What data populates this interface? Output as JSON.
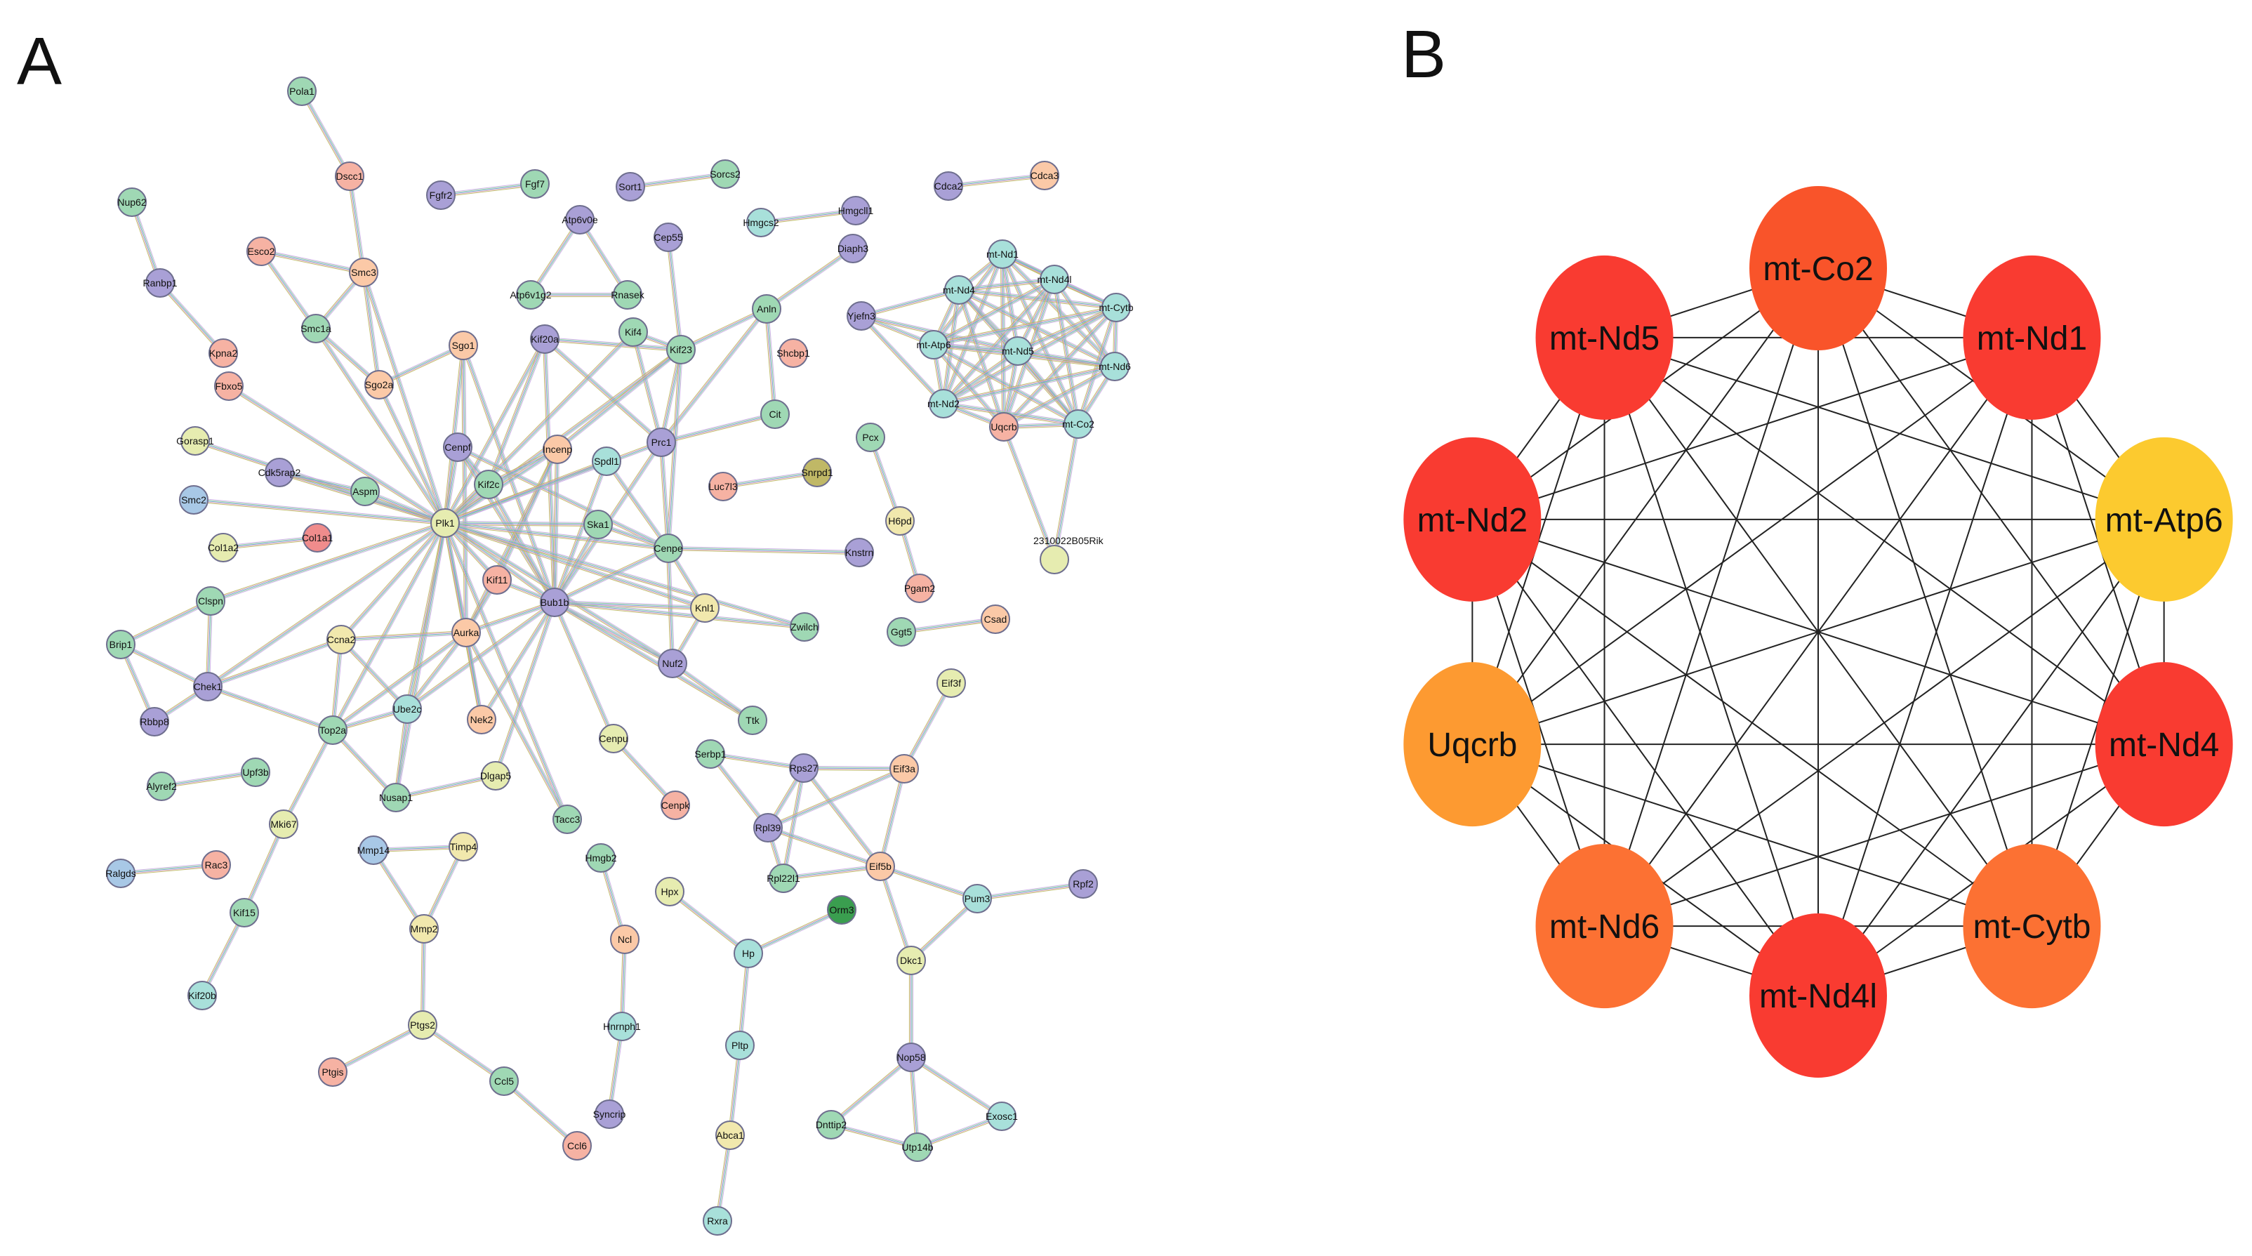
{
  "panels": {
    "a_label": "A",
    "b_label": "B"
  },
  "palette": {
    "green": "#9fd8b4",
    "purple": "#a9a0d6",
    "salmon": "#f6b2a3",
    "peach": "#fbc9a7",
    "yellow": "#e6ecb0",
    "cream": "#f1e8ad",
    "teal": "#a8e0da",
    "blue": "#a8c8e6",
    "red": "#f08c8c",
    "olive": "#c0b866",
    "darkgreen": "#3a9e4f",
    "edge_colors": [
      "#c9a6e8",
      "#8fd19a",
      "#6aa0d8",
      "#e0a0b8",
      "#b8b85a"
    ]
  },
  "network_a": {
    "nodes": [
      {
        "id": "Pola1",
        "color": "green"
      },
      {
        "id": "Dscc1",
        "color": "salmon"
      },
      {
        "id": "Nup62",
        "color": "green"
      },
      {
        "id": "Esco2",
        "color": "salmon"
      },
      {
        "id": "Smc3",
        "color": "peach"
      },
      {
        "id": "Ranbp1",
        "color": "purple"
      },
      {
        "id": "Smc1a",
        "color": "green"
      },
      {
        "id": "Kpna2",
        "color": "salmon"
      },
      {
        "id": "Fbxo5",
        "color": "salmon"
      },
      {
        "id": "Sgo2a",
        "color": "peach"
      },
      {
        "id": "Sgo1",
        "color": "peach"
      },
      {
        "id": "Fgfr2",
        "color": "purple"
      },
      {
        "id": "Fgf7",
        "color": "green"
      },
      {
        "id": "Atp6v0e",
        "color": "purple"
      },
      {
        "id": "Atp6v1g2",
        "color": "green"
      },
      {
        "id": "Rnasek",
        "color": "green"
      },
      {
        "id": "Sort1",
        "color": "purple"
      },
      {
        "id": "Sorcs2",
        "color": "green"
      },
      {
        "id": "Cep55",
        "color": "purple"
      },
      {
        "id": "Hmgcs2",
        "color": "teal"
      },
      {
        "id": "Hmgcll1",
        "color": "purple"
      },
      {
        "id": "Cdca2",
        "color": "purple"
      },
      {
        "id": "Cdca3",
        "color": "peach"
      },
      {
        "id": "Diaph3",
        "color": "purple"
      },
      {
        "id": "Anln",
        "color": "green"
      },
      {
        "id": "Shcbp1",
        "color": "salmon"
      },
      {
        "id": "Kif20a",
        "color": "purple"
      },
      {
        "id": "Kif4",
        "color": "green"
      },
      {
        "id": "Kif23",
        "color": "green"
      },
      {
        "id": "Cit",
        "color": "green"
      },
      {
        "id": "Prc1",
        "color": "purple"
      },
      {
        "id": "Gorasp1",
        "color": "yellow"
      },
      {
        "id": "Cdk5rap2",
        "color": "purple"
      },
      {
        "id": "Aspm",
        "color": "green"
      },
      {
        "id": "Cenpf",
        "color": "purple"
      },
      {
        "id": "Incenp",
        "color": "peach"
      },
      {
        "id": "Spdl1",
        "color": "teal"
      },
      {
        "id": "Kif2c",
        "color": "green"
      },
      {
        "id": "Smc2",
        "color": "blue"
      },
      {
        "id": "Plk1",
        "color": "yellow"
      },
      {
        "id": "Ska1",
        "color": "green"
      },
      {
        "id": "Col1a2",
        "color": "yellow"
      },
      {
        "id": "Col1a1",
        "color": "red"
      },
      {
        "id": "Kif11",
        "color": "salmon"
      },
      {
        "id": "Cenpe",
        "color": "green"
      },
      {
        "id": "Clspn",
        "color": "green"
      },
      {
        "id": "Bub1b",
        "color": "purple"
      },
      {
        "id": "Aurka",
        "color": "peach"
      },
      {
        "id": "Ccna2",
        "color": "cream"
      },
      {
        "id": "Knl1",
        "color": "cream"
      },
      {
        "id": "Zwilch",
        "color": "green"
      },
      {
        "id": "Brip1",
        "color": "green"
      },
      {
        "id": "Chek1",
        "color": "purple"
      },
      {
        "id": "Nuf2",
        "color": "purple"
      },
      {
        "id": "Rbbp8",
        "color": "purple"
      },
      {
        "id": "Ube2c",
        "color": "teal"
      },
      {
        "id": "Nek2",
        "color": "peach"
      },
      {
        "id": "Top2a",
        "color": "green"
      },
      {
        "id": "Ttk",
        "color": "green"
      },
      {
        "id": "Cenpu",
        "color": "yellow"
      },
      {
        "id": "Dlgap5",
        "color": "yellow"
      },
      {
        "id": "Nusap1",
        "color": "green"
      },
      {
        "id": "Cenpk",
        "color": "salmon"
      },
      {
        "id": "Tacc3",
        "color": "green"
      },
      {
        "id": "Alyref2",
        "color": "green"
      },
      {
        "id": "Upf3b",
        "color": "green"
      },
      {
        "id": "Mki67",
        "color": "yellow"
      },
      {
        "id": "Ralgds",
        "color": "blue"
      },
      {
        "id": "Rac3",
        "color": "salmon"
      },
      {
        "id": "Kif15",
        "color": "green"
      },
      {
        "id": "Kif20b",
        "color": "teal"
      },
      {
        "id": "Mmp14",
        "color": "blue"
      },
      {
        "id": "Timp4",
        "color": "cream"
      },
      {
        "id": "Mmp2",
        "color": "cream"
      },
      {
        "id": "Ptgs2",
        "color": "yellow"
      },
      {
        "id": "Ptgis",
        "color": "salmon"
      },
      {
        "id": "Ccl5",
        "color": "green"
      },
      {
        "id": "Ccl6",
        "color": "salmon"
      },
      {
        "id": "Hmgb2",
        "color": "green"
      },
      {
        "id": "Ncl",
        "color": "peach"
      },
      {
        "id": "Hnrnph1",
        "color": "teal"
      },
      {
        "id": "Syncrip",
        "color": "purple"
      },
      {
        "id": "Pcx",
        "color": "green"
      },
      {
        "id": "H6pd",
        "color": "cream"
      },
      {
        "id": "Luc7l3",
        "color": "salmon"
      },
      {
        "id": "Snrpd1",
        "color": "olive"
      },
      {
        "id": "Knstrn",
        "color": "purple"
      },
      {
        "id": "2310022B05Rik",
        "color": "yellow"
      },
      {
        "id": "Pgam2",
        "color": "salmon"
      },
      {
        "id": "Ggt5",
        "color": "green"
      },
      {
        "id": "Csad",
        "color": "peach"
      },
      {
        "id": "Eif3f",
        "color": "yellow"
      },
      {
        "id": "Serbp1",
        "color": "green"
      },
      {
        "id": "Rps27",
        "color": "purple"
      },
      {
        "id": "Eif3a",
        "color": "peach"
      },
      {
        "id": "Rpl39",
        "color": "purple"
      },
      {
        "id": "Rpl22l1",
        "color": "green"
      },
      {
        "id": "Eif5b",
        "color": "peach"
      },
      {
        "id": "Hpx",
        "color": "yellow"
      },
      {
        "id": "Orm3",
        "color": "darkgreen"
      },
      {
        "id": "Hp",
        "color": "teal"
      },
      {
        "id": "Pum3",
        "color": "teal"
      },
      {
        "id": "Rpf2",
        "color": "purple"
      },
      {
        "id": "Dkc1",
        "color": "yellow"
      },
      {
        "id": "Pltp",
        "color": "teal"
      },
      {
        "id": "Nop58",
        "color": "purple"
      },
      {
        "id": "Abca1",
        "color": "cream"
      },
      {
        "id": "Exosc1",
        "color": "teal"
      },
      {
        "id": "Dnttip2",
        "color": "green"
      },
      {
        "id": "Utp14b",
        "color": "green"
      },
      {
        "id": "Rxra",
        "color": "teal"
      },
      {
        "id": "Yjefn3",
        "color": "purple"
      },
      {
        "id": "mt-Nd1",
        "color": "teal"
      },
      {
        "id": "mt-Nd4",
        "color": "teal"
      },
      {
        "id": "mt-Nd4l",
        "color": "teal"
      },
      {
        "id": "mt-Cytb",
        "color": "teal"
      },
      {
        "id": "mt-Atp6",
        "color": "teal"
      },
      {
        "id": "mt-Nd5",
        "color": "teal"
      },
      {
        "id": "mt-Nd6",
        "color": "teal"
      },
      {
        "id": "mt-Nd2",
        "color": "teal"
      },
      {
        "id": "Uqcrb",
        "color": "salmon"
      },
      {
        "id": "mt-Co2",
        "color": "teal"
      }
    ],
    "edges": [
      [
        "Pola1",
        "Dscc1"
      ],
      [
        "Dscc1",
        "Smc3"
      ],
      [
        "Esco2",
        "Smc3"
      ],
      [
        "Esco2",
        "Smc1a"
      ],
      [
        "Smc3",
        "Smc1a"
      ],
      [
        "Smc3",
        "Sgo2a"
      ],
      [
        "Smc3",
        "Plk1"
      ],
      [
        "Smc1a",
        "Plk1"
      ],
      [
        "Smc1a",
        "Sgo2a"
      ],
      [
        "Nup62",
        "Ranbp1"
      ],
      [
        "Ranbp1",
        "Kpna2"
      ],
      [
        "Fbxo5",
        "Plk1"
      ],
      [
        "Sgo2a",
        "Plk1"
      ],
      [
        "Sgo2a",
        "Sgo1"
      ],
      [
        "Sgo1",
        "Plk1"
      ],
      [
        "Sgo1",
        "Bub1b"
      ],
      [
        "Sgo1",
        "Aurka"
      ],
      [
        "Fgfr2",
        "Fgf7"
      ],
      [
        "Atp6v0e",
        "Atp6v1g2"
      ],
      [
        "Atp6v0e",
        "Rnasek"
      ],
      [
        "Atp6v1g2",
        "Rnasek"
      ],
      [
        "Sort1",
        "Sorcs2"
      ],
      [
        "Hmgcs2",
        "Hmgcll1"
      ],
      [
        "Cdca2",
        "Cdca3"
      ],
      [
        "Cep55",
        "Kif23"
      ],
      [
        "Diaph3",
        "Anln"
      ],
      [
        "Anln",
        "Kif23"
      ],
      [
        "Anln",
        "Cit"
      ],
      [
        "Anln",
        "Prc1"
      ],
      [
        "Kif20a",
        "Kif23"
      ],
      [
        "Kif20a",
        "Plk1"
      ],
      [
        "Kif20a",
        "Prc1"
      ],
      [
        "Kif20a",
        "Kif2c"
      ],
      [
        "Kif20a",
        "Bub1b"
      ],
      [
        "Kif4",
        "Kif23"
      ],
      [
        "Kif4",
        "Plk1"
      ],
      [
        "Kif4",
        "Prc1"
      ],
      [
        "Kif23",
        "Prc1"
      ],
      [
        "Kif23",
        "Plk1"
      ],
      [
        "Kif23",
        "Cenpe"
      ],
      [
        "Kif23",
        "Incenp"
      ],
      [
        "Prc1",
        "Plk1"
      ],
      [
        "Prc1",
        "Cit"
      ],
      [
        "Prc1",
        "Cenpe"
      ],
      [
        "Prc1",
        "Bub1b"
      ],
      [
        "Gorasp1",
        "Plk1"
      ],
      [
        "Cdk5rap2",
        "Plk1"
      ],
      [
        "Cdk5rap2",
        "Aspm"
      ],
      [
        "Aspm",
        "Plk1"
      ],
      [
        "Cenpf",
        "Plk1"
      ],
      [
        "Cenpf",
        "Kif2c"
      ],
      [
        "Cenpf",
        "Bub1b"
      ],
      [
        "Cenpf",
        "Cenpe"
      ],
      [
        "Incenp",
        "Plk1"
      ],
      [
        "Incenp",
        "Bub1b"
      ],
      [
        "Incenp",
        "Kif2c"
      ],
      [
        "Incenp",
        "Aurka"
      ],
      [
        "Incenp",
        "Kif11"
      ],
      [
        "Spdl1",
        "Plk1"
      ],
      [
        "Spdl1",
        "Cenpe"
      ],
      [
        "Spdl1",
        "Bub1b"
      ],
      [
        "Kif2c",
        "Plk1"
      ],
      [
        "Kif2c",
        "Bub1b"
      ],
      [
        "Smc2",
        "Plk1"
      ],
      [
        "Plk1",
        "Ska1"
      ],
      [
        "Plk1",
        "Cenpe"
      ],
      [
        "Plk1",
        "Bub1b"
      ],
      [
        "Plk1",
        "Aurka"
      ],
      [
        "Plk1",
        "Kif11"
      ],
      [
        "Plk1",
        "Ccna2"
      ],
      [
        "Plk1",
        "Top2a"
      ],
      [
        "Plk1",
        "Ube2c"
      ],
      [
        "Plk1",
        "Nek2"
      ],
      [
        "Plk1",
        "Nusap1"
      ],
      [
        "Plk1",
        "Chek1"
      ],
      [
        "Plk1",
        "Clspn"
      ],
      [
        "Plk1",
        "Knl1"
      ],
      [
        "Plk1",
        "Nuf2"
      ],
      [
        "Plk1",
        "Zwilch"
      ],
      [
        "Plk1",
        "Tacc3"
      ],
      [
        "Ska1",
        "Cenpe"
      ],
      [
        "Ska1",
        "Bub1b"
      ],
      [
        "Col1a2",
        "Col1a1"
      ],
      [
        "Kif11",
        "Bub1b"
      ],
      [
        "Kif11",
        "Aurka"
      ],
      [
        "Cenpe",
        "Bub1b"
      ],
      [
        "Cenpe",
        "Knl1"
      ],
      [
        "Cenpe",
        "Nuf2"
      ],
      [
        "Cenpe",
        "Knstrn"
      ],
      [
        "Bub1b",
        "Knl1"
      ],
      [
        "Bub1b",
        "Nuf2"
      ],
      [
        "Bub1b",
        "Zwilch"
      ],
      [
        "Bub1b",
        "Ttk"
      ],
      [
        "Bub1b",
        "Aurka"
      ],
      [
        "Bub1b",
        "Ube2c"
      ],
      [
        "Bub1b",
        "Cenpu"
      ],
      [
        "Bub1b",
        "Nek2"
      ],
      [
        "Bub1b",
        "Dlgap5"
      ],
      [
        "Aurka",
        "Ccna2"
      ],
      [
        "Aurka",
        "Top2a"
      ],
      [
        "Aurka",
        "Ube2c"
      ],
      [
        "Aurka",
        "Nek2"
      ],
      [
        "Aurka",
        "Tacc3"
      ],
      [
        "Ccna2",
        "Chek1"
      ],
      [
        "Ccna2",
        "Top2a"
      ],
      [
        "Ccna2",
        "Ube2c"
      ],
      [
        "Clspn",
        "Chek1"
      ],
      [
        "Clspn",
        "Brip1"
      ],
      [
        "Brip1",
        "Chek1"
      ],
      [
        "Brip1",
        "Rbbp8"
      ],
      [
        "Chek1",
        "Rbbp8"
      ],
      [
        "Chek1",
        "Top2a"
      ],
      [
        "Top2a",
        "Ube2c"
      ],
      [
        "Top2a",
        "Mki67"
      ],
      [
        "Top2a",
        "Nusap1"
      ],
      [
        "Ube2c",
        "Nusap1"
      ],
      [
        "Nusap1",
        "Dlgap5"
      ],
      [
        "Cenpu",
        "Cenpk"
      ],
      [
        "Knl1",
        "Nuf2"
      ],
      [
        "Nuf2",
        "Ttk"
      ],
      [
        "Alyref2",
        "Upf3b"
      ],
      [
        "Mki67",
        "Kif15"
      ],
      [
        "Ralgds",
        "Rac3"
      ],
      [
        "Kif15",
        "Kif20b"
      ],
      [
        "Mmp14",
        "Timp4"
      ],
      [
        "Mmp14",
        "Mmp2"
      ],
      [
        "Timp4",
        "Mmp2"
      ],
      [
        "Mmp2",
        "Ptgs2"
      ],
      [
        "Ptgs2",
        "Ptgis"
      ],
      [
        "Ptgs2",
        "Ccl5"
      ],
      [
        "Ccl5",
        "Ccl6"
      ],
      [
        "Hmgb2",
        "Ncl"
      ],
      [
        "Ncl",
        "Hnrnph1"
      ],
      [
        "Hnrnph1",
        "Syncrip"
      ],
      [
        "Pcx",
        "H6pd"
      ],
      [
        "H6pd",
        "Pgam2"
      ],
      [
        "Luc7l3",
        "Snrpd1"
      ],
      [
        "Ggt5",
        "Csad"
      ],
      [
        "Eif3f",
        "Eif3a"
      ],
      [
        "Serbp1",
        "Rps27"
      ],
      [
        "Serbp1",
        "Rpl39"
      ],
      [
        "Rps27",
        "Eif3a"
      ],
      [
        "Rps27",
        "Rpl39"
      ],
      [
        "Rps27",
        "Rpl22l1"
      ],
      [
        "Rps27",
        "Eif5b"
      ],
      [
        "Eif3a",
        "Eif5b"
      ],
      [
        "Eif3a",
        "Rpl39"
      ],
      [
        "Rpl39",
        "Rpl22l1"
      ],
      [
        "Rpl39",
        "Eif5b"
      ],
      [
        "Rpl22l1",
        "Eif5b"
      ],
      [
        "Eif5b",
        "Pum3"
      ],
      [
        "Eif5b",
        "Dkc1"
      ],
      [
        "Pum3",
        "Rpf2"
      ],
      [
        "Pum3",
        "Dkc1"
      ],
      [
        "Hpx",
        "Hp"
      ],
      [
        "Orm3",
        "Hp"
      ],
      [
        "Hp",
        "Pltp"
      ],
      [
        "Pltp",
        "Abca1"
      ],
      [
        "Abca1",
        "Rxra"
      ],
      [
        "Dkc1",
        "Nop58"
      ],
      [
        "Nop58",
        "Dnttip2"
      ],
      [
        "Nop58",
        "Utp14b"
      ],
      [
        "Nop58",
        "Exosc1"
      ],
      [
        "Dnttip2",
        "Utp14b"
      ],
      [
        "Utp14b",
        "Exosc1"
      ],
      [
        "Yjefn3",
        "mt-Nd4"
      ],
      [
        "Yjefn3",
        "mt-Atp6"
      ],
      [
        "Yjefn3",
        "mt-Nd2"
      ],
      [
        "Yjefn3",
        "mt-Nd5"
      ],
      [
        "Uqcrb",
        "2310022B05Rik"
      ],
      [
        "mt-Co2",
        "2310022B05Rik"
      ]
    ],
    "mt_cluster": [
      "mt-Nd1",
      "mt-Nd4",
      "mt-Nd4l",
      "mt-Cytb",
      "mt-Atp6",
      "mt-Nd5",
      "mt-Nd6",
      "mt-Nd2",
      "Uqcrb",
      "mt-Co2"
    ]
  },
  "network_b": {
    "nodes": [
      {
        "id": "mt-Co2",
        "color": "#f9542a"
      },
      {
        "id": "mt-Nd1",
        "color": "#f93b31"
      },
      {
        "id": "mt-Atp6",
        "color": "#fcca2f"
      },
      {
        "id": "mt-Nd4",
        "color": "#f93b31"
      },
      {
        "id": "mt-Cytb",
        "color": "#fc7133"
      },
      {
        "id": "mt-Nd4l",
        "color": "#f93b31"
      },
      {
        "id": "mt-Nd6",
        "color": "#fc7133"
      },
      {
        "id": "Uqcrb",
        "color": "#fd9a31"
      },
      {
        "id": "mt-Nd2",
        "color": "#f93b31"
      },
      {
        "id": "mt-Nd5",
        "color": "#f93b31"
      }
    ],
    "edge_color": "#222222",
    "fully_connected": true
  }
}
